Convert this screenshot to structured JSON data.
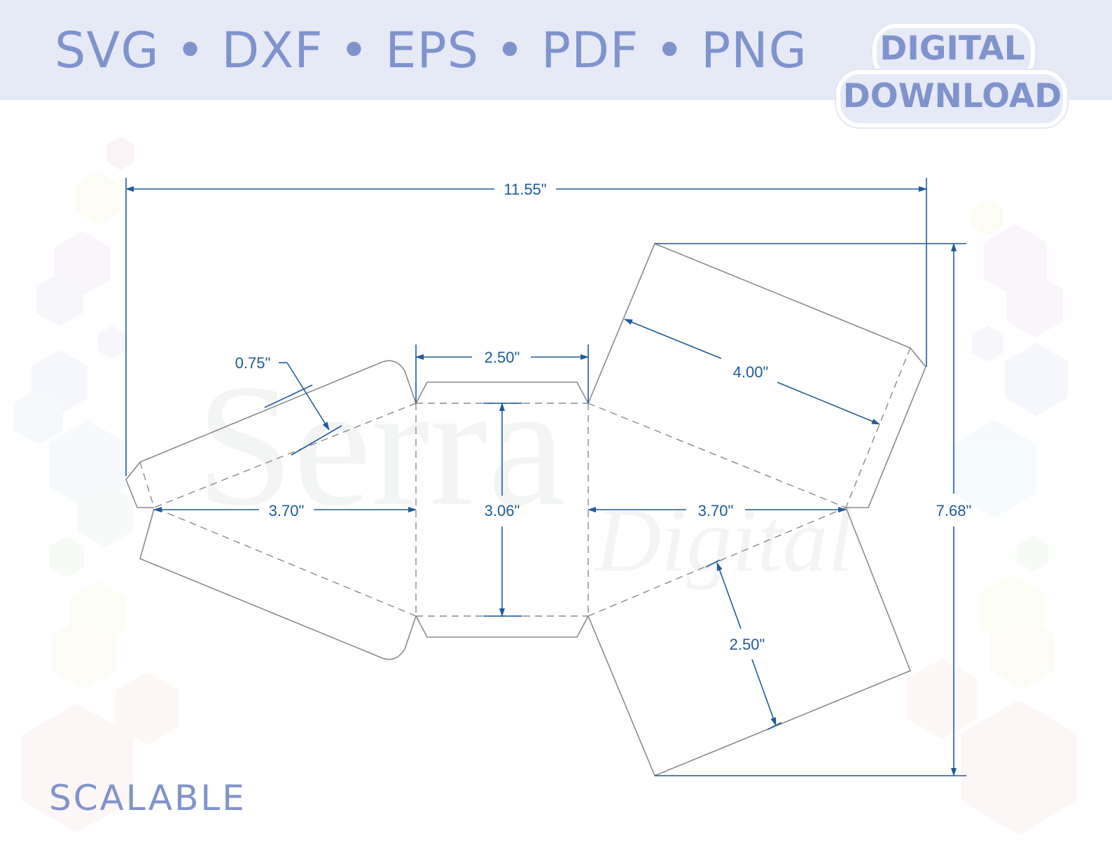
{
  "header": {
    "formats": "SVG • DXF • EPS • PDF • PNG",
    "badge_line1": "DIGITAL",
    "badge_line2": "DOWNLOAD"
  },
  "footer": {
    "label": "SCALABLE"
  },
  "watermark": {
    "main": "Serra",
    "sub": "Digital"
  },
  "dimensions": {
    "overall_width": "11.55\"",
    "overall_height": "7.68\"",
    "center_width": "2.50\"",
    "center_height": "3.06\"",
    "left_panel_length": "3.70\"",
    "right_panel_length": "3.70\"",
    "flap_width": "0.75\"",
    "upper_lid_length": "4.00\"",
    "lower_lid_width": "2.50\""
  },
  "colors": {
    "banner": "#e6eaf6",
    "brand_text": "#7f93cd",
    "dimension": "#1f5a99",
    "cut_line": "#8a8a8a"
  }
}
